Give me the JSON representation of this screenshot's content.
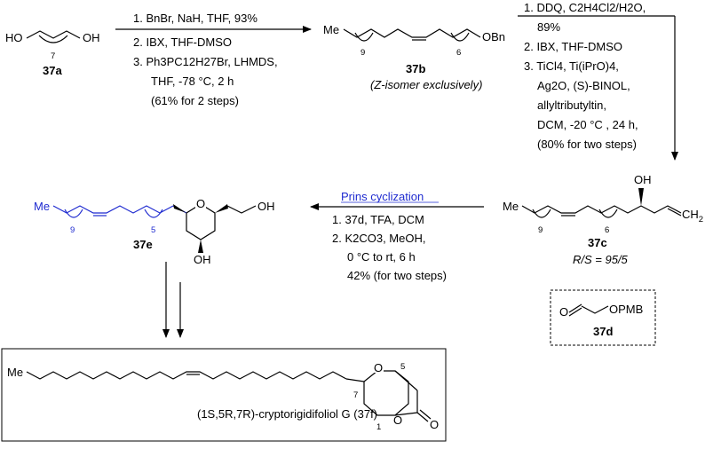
{
  "compounds": {
    "c37a": {
      "label": "37a",
      "atoms": {
        "ho": "HO",
        "oh": "OH",
        "n": "7"
      }
    },
    "c37b": {
      "label": "37b",
      "note": "(Z-isomer exclusively)",
      "atoms": {
        "me": "Me",
        "n1": "9",
        "n2": "6",
        "obn": "OBn"
      }
    },
    "c37c": {
      "label": "37c",
      "ratio": "R/S = 95/5",
      "atoms": {
        "me": "Me",
        "n1": "9",
        "n2": "6",
        "oh": "OH",
        "ch2": "CH"
      }
    },
    "c37d": {
      "label": "37d",
      "atoms": {
        "o": "O",
        "opmb": "OPMB"
      }
    },
    "c37e": {
      "label": "37e",
      "atoms": {
        "me": "Me",
        "n1": "9",
        "n2": "5",
        "o": "O",
        "oh1": "OH",
        "oh2": "OH"
      }
    },
    "c37f": {
      "name": "(1S,5R,7R)-cryptorigidifoliol G (37f)",
      "atoms": {
        "me": "Me",
        "o1": "O",
        "o2": "O",
        "o3": "O",
        "l7": "7",
        "l5": "5",
        "l1": "1"
      }
    }
  },
  "steps": {
    "step1": [
      "1. BnBr, NaH, THF, 93%",
      "2. IBX, THF-DMSO",
      "3. Ph3PC12H27Br, LHMDS,",
      "THF, -78 °C, 2 h",
      "(61% for 2 steps)"
    ],
    "step2": [
      "1. DDQ, C2H4Cl2/H2O,",
      "89%",
      "2. IBX, THF-DMSO",
      "3. TiCl4, Ti(iPrO)4,",
      "Ag2O, (S)-BINOL,",
      "allyltributyltin,",
      "DCM, -20 °C , 24 h,",
      "(80% for two steps)"
    ],
    "step3": {
      "title": "Prins cyclization",
      "lines": [
        "1. 37d, TFA, DCM",
        "2. K2CO3, MeOH,",
        "0 °C to rt, 6 h",
        "42% (for two steps)"
      ]
    }
  }
}
